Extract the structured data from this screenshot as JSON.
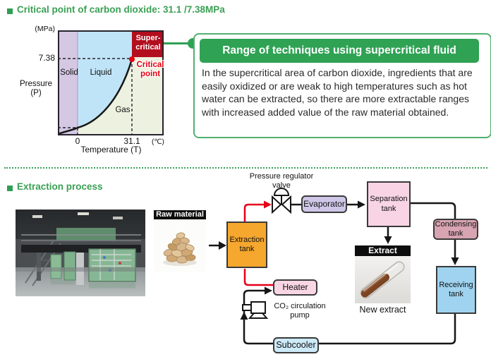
{
  "chart_data": {
    "type": "area",
    "title": "CO2 phase diagram",
    "xlabel": "Temperature (T)",
    "ylabel": "Pressure (P)",
    "x_unit": "(℃)",
    "y_unit": "(MPa)",
    "x_ticks": [
      "0",
      "31.1"
    ],
    "y_ticks": [
      "7.38"
    ],
    "regions": [
      "Solid",
      "Liquid",
      "Gas",
      "Super-critical"
    ],
    "critical_point": {
      "temperature_c": 31.1,
      "pressure_mpa": 7.38,
      "label": "Critical point"
    },
    "legend_position": "none",
    "grid": false
  },
  "colors": {
    "green": "#2fa254",
    "solid_region": "#d5c8e3",
    "liquid_region": "#c0e4f7",
    "gas_region": "#edf2e0",
    "supercritical_region": "#b30e1e",
    "red_flow_line": "#e60018",
    "extraction_tank": "#f5a72e",
    "separation_tank": "#f8d4e4",
    "condensing_tank": "#d8a4b1",
    "receiving_tank": "#9fd3ef",
    "subcooler": "#cdeaf8",
    "evaporator": "#cec7e7",
    "heater": "#f9d6e3"
  },
  "s1": {
    "title": "Critical point of carbon dioxide: 31.1 /7.38MPa",
    "chart": {
      "y_unit": "(MPa)",
      "y_tick": "7.38",
      "y_axis_label_1": "Pressure",
      "y_axis_label_2": "(P)",
      "x_tick_zero": "0",
      "x_tick_critical": "31.1",
      "x_unit": "(℃)",
      "x_axis_label": "Temperature (T)",
      "region_solid": "Solid",
      "region_liquid": "Liquid",
      "region_gas": "Gas",
      "region_supercritical": "Super-critical",
      "critical_point_label": "Critical point"
    },
    "info_box": {
      "heading": "Range of techniques using supercritical fluid",
      "body": "In the supercritical area of carbon dioxide, ingredients that are easily oxidized or are weak to high temperatures such as hot water can be extracted, so there are more extractable ranges with increased added value of the raw material obtained."
    }
  },
  "s2": {
    "title": "Extraction process",
    "labels": {
      "raw_material": "Raw material",
      "extraction_tank": "Extraction tank",
      "pressure_valve": "Pressure regulator valve",
      "evaporator": "Evaporator",
      "separation_tank": "Separation tank",
      "condensing_tank": "Condensing tank",
      "receiving_tank": "Receiving tank",
      "extract": "Extract",
      "new_extract": "New extract",
      "heater": "Heater",
      "pump": "CO₂ circulation pump",
      "subcooler": "Subcooler"
    }
  }
}
